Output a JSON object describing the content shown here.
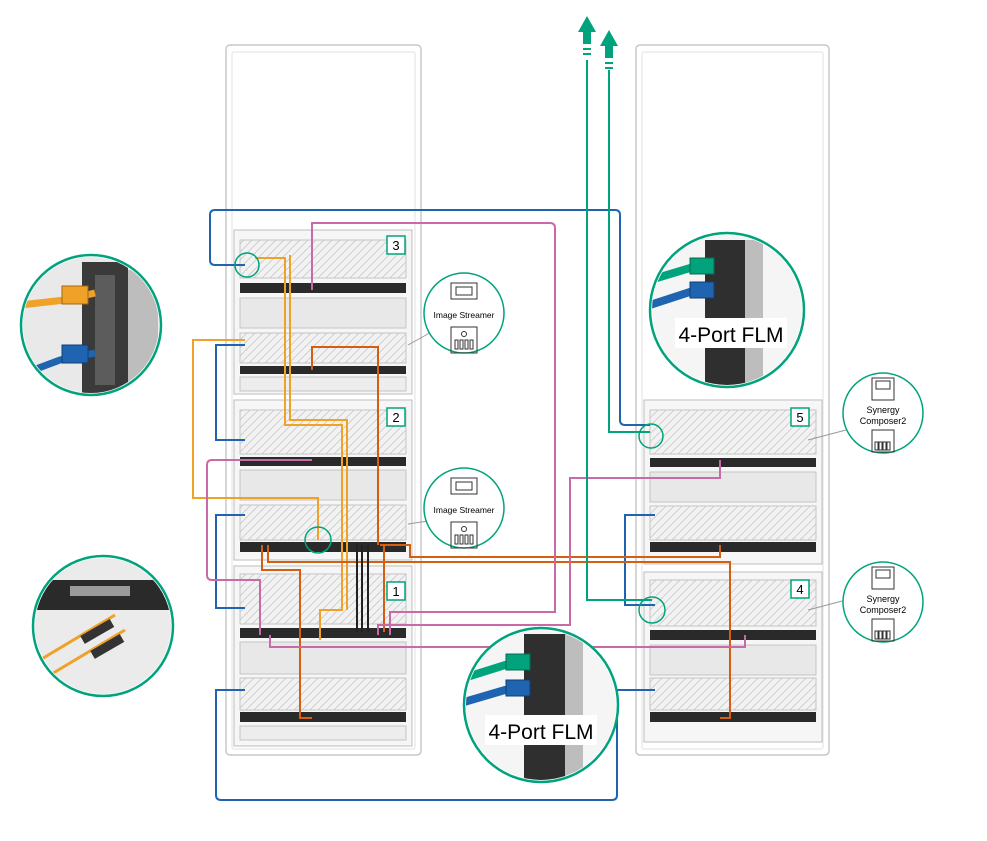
{
  "diagram": {
    "frame_numbers": {
      "f1": "1",
      "f2": "2",
      "f3": "3",
      "f4": "4",
      "f5": "5"
    },
    "appliances": {
      "streamer_top": "Image Streamer",
      "streamer_bottom": "Image Streamer",
      "composer_top_line1": "Synergy",
      "composer_top_line2": "Composer2",
      "composer_bottom_line1": "Synergy",
      "composer_bottom_line2": "Composer2"
    },
    "callouts": {
      "flm_top": "4-Port FLM",
      "flm_bottom": "4-Port FLM"
    },
    "colors": {
      "frame_teal": "#00a37c",
      "cable_blue": "#1f64b0",
      "cable_orange": "#f0a127",
      "cable_darkorange": "#d45f12",
      "cable_pink": "#c86aa6",
      "cable_black": "#222222",
      "cable_green": "#00a37c",
      "rack_outline": "#c8c8c8"
    },
    "icons": [
      "up-arrow-icon",
      "rack-frame-icon",
      "appliance-icon",
      "magnifier-callout-icon"
    ]
  }
}
